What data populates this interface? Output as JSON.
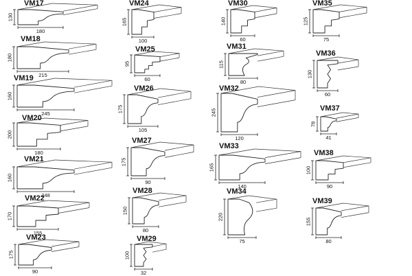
{
  "profiles": [
    {
      "code": "VM17",
      "height": "130",
      "width": "180"
    },
    {
      "code": "VM18",
      "height": "180",
      "width": "215"
    },
    {
      "code": "VM19",
      "height": "160",
      "width": "245"
    },
    {
      "code": "VM20",
      "height": "200",
      "width": "180"
    },
    {
      "code": "VM21",
      "height": "160",
      "width": "248"
    },
    {
      "code": "VM22",
      "height": "170",
      "width": "155"
    },
    {
      "code": "VM23",
      "height": "175",
      "width": "90"
    },
    {
      "code": "VM24",
      "height": "165",
      "width": "100"
    },
    {
      "code": "VM25",
      "height": "95",
      "width": "60"
    },
    {
      "code": "VM26",
      "height": "175",
      "width": "105"
    },
    {
      "code": "VM27",
      "height": "175",
      "width": "90"
    },
    {
      "code": "VM28",
      "height": "150",
      "width": "80"
    },
    {
      "code": "VM29",
      "height": "100",
      "width": "32"
    },
    {
      "code": "VM30",
      "height": "140",
      "width": "60"
    },
    {
      "code": "VM31",
      "height": "115",
      "width": "80"
    },
    {
      "code": "VM32",
      "height": "245",
      "width": "120"
    },
    {
      "code": "VM33",
      "height": "165",
      "width": "140"
    },
    {
      "code": "VM34",
      "height": "220",
      "width": "75"
    },
    {
      "code": "VM35",
      "height": "125",
      "width": "75"
    },
    {
      "code": "VM36",
      "height": "130",
      "width": "60"
    },
    {
      "code": "VM37",
      "height": "78",
      "width": "41"
    },
    {
      "code": "VM38",
      "height": "100",
      "width": "90"
    },
    {
      "code": "VM39",
      "height": "155",
      "width": "80"
    }
  ]
}
